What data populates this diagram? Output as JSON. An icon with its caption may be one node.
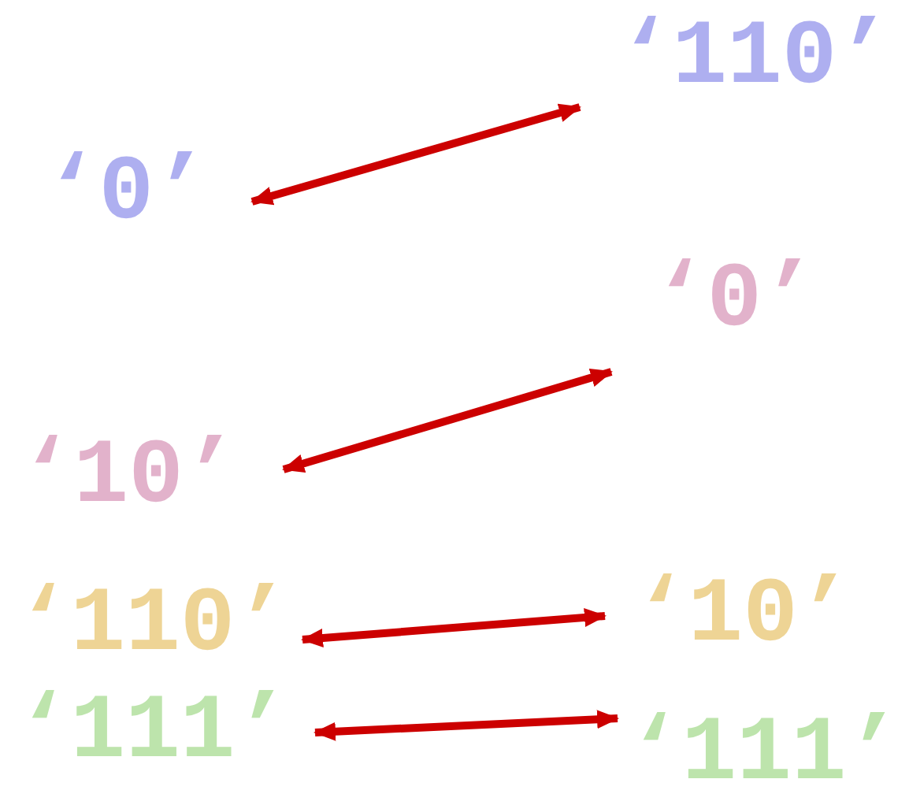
{
  "diagram": {
    "nodes": [
      {
        "text": [
          "‘110’"
        ]
      },
      {
        "text": [
          "‘0’"
        ]
      },
      {
        "text": [
          "‘0’"
        ]
      },
      {
        "text": [
          "‘10’"
        ]
      },
      {
        "text": [
          "‘110’"
        ]
      },
      {
        "text": [
          "‘10’"
        ]
      },
      {
        "text": [
          "‘111’"
        ]
      },
      {
        "text": [
          "‘111’"
        ]
      }
    ],
    "edges": [
      {
        "from": 1,
        "to": 0,
        "arrow": "both"
      },
      {
        "from": 3,
        "to": 2,
        "arrow": "both"
      },
      {
        "from": 4,
        "to": 5,
        "arrow": "both"
      },
      {
        "from": 6,
        "to": 7,
        "arrow": "both"
      }
    ]
  }
}
